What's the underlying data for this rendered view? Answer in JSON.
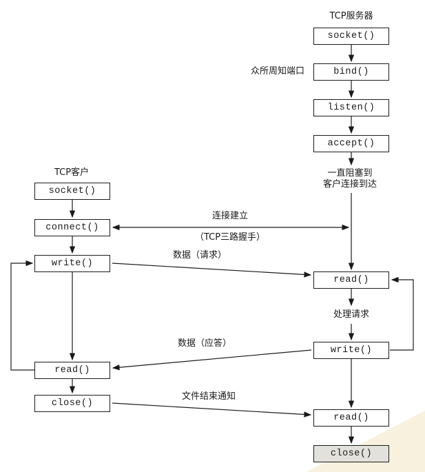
{
  "colors": {
    "line": "#1a1a1a",
    "box_background": "#ffffff",
    "shaded_box_background": "#e3e1dc",
    "scan_artifact": "#f6eed8"
  },
  "server": {
    "title": "TCP服务器",
    "socket": "socket()",
    "bind": "bind()",
    "listen": "listen()",
    "accept": "accept()",
    "read_request": "read()",
    "write": "write()",
    "read_eof": "read()",
    "close": "close()",
    "well_known_port": "众所周知端口",
    "block_line1": "一直阻塞到",
    "block_line2": "客户连接到达",
    "process_request": "处理请求"
  },
  "client": {
    "title": "TCP客户",
    "socket": "socket()",
    "connect": "connect()",
    "write": "write()",
    "read": "read()",
    "close": "close()"
  },
  "edges": {
    "handshake_line1": "连接建立",
    "handshake_line2": "（TCP三路握手）",
    "data_request": "数据（请求）",
    "data_reply": "数据（应答）",
    "eof_notice": "文件结束通知"
  }
}
